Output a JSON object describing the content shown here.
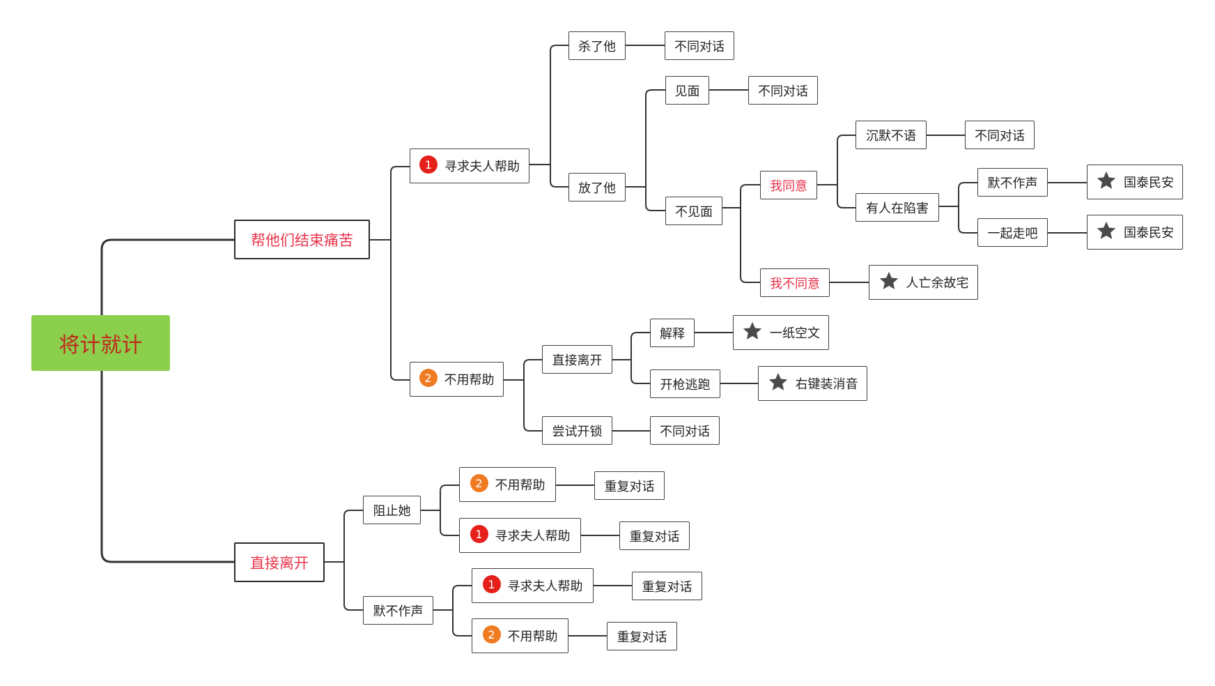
{
  "colors": {
    "root_bg": "#8bcf4c",
    "root_text": "#c0271d",
    "emphasis_text": "#e8334a",
    "badge_1": "#e5201b",
    "badge_2": "#ef7b22",
    "line": "#333333",
    "star": "#4a4a4a"
  },
  "root": "将计就计",
  "branch_a": {
    "label": "帮他们结束痛苦",
    "seek_help": {
      "badge": "1",
      "label": "寻求夫人帮助",
      "kill": {
        "label": "杀了他",
        "result": "不同对话"
      },
      "release": {
        "label": "放了他",
        "meet": {
          "label": "见面",
          "result": "不同对话"
        },
        "no_meet": {
          "label": "不见面",
          "agree": {
            "label": "我同意",
            "silent": {
              "label": "沉默不语",
              "result": "不同对话"
            },
            "someone": {
              "label": "有人在陷害",
              "quiet": {
                "label": "默不作声",
                "ending": "国泰民安",
                "ending_icon": "star-icon"
              },
              "together": {
                "label": "一起走吧",
                "ending": "国泰民安",
                "ending_icon": "star-icon"
              }
            }
          },
          "disagree": {
            "label": "我不同意",
            "ending": "人亡余故宅",
            "ending_icon": "star-icon"
          }
        }
      }
    },
    "no_help": {
      "badge": "2",
      "label": "不用帮助",
      "leave": {
        "label": "直接离开",
        "explain": {
          "label": "解释",
          "ending": "一纸空文",
          "ending_icon": "star-icon"
        },
        "flee": {
          "label": "开枪逃跑",
          "ending": "右键装消音",
          "ending_icon": "star-icon"
        }
      },
      "unlock": {
        "label": "尝试开锁",
        "result": "不同对话"
      }
    }
  },
  "branch_b": {
    "label": "直接离开",
    "stop": {
      "label": "阻止她",
      "no_help": {
        "badge": "2",
        "label": "不用帮助",
        "result": "重复对话"
      },
      "seek_help": {
        "badge": "1",
        "label": "寻求夫人帮助",
        "result": "重复对话"
      }
    },
    "quiet": {
      "label": "默不作声",
      "seek_help": {
        "badge": "1",
        "label": "寻求夫人帮助",
        "result": "重复对话"
      },
      "no_help": {
        "badge": "2",
        "label": "不用帮助",
        "result": "重复对话"
      }
    }
  }
}
